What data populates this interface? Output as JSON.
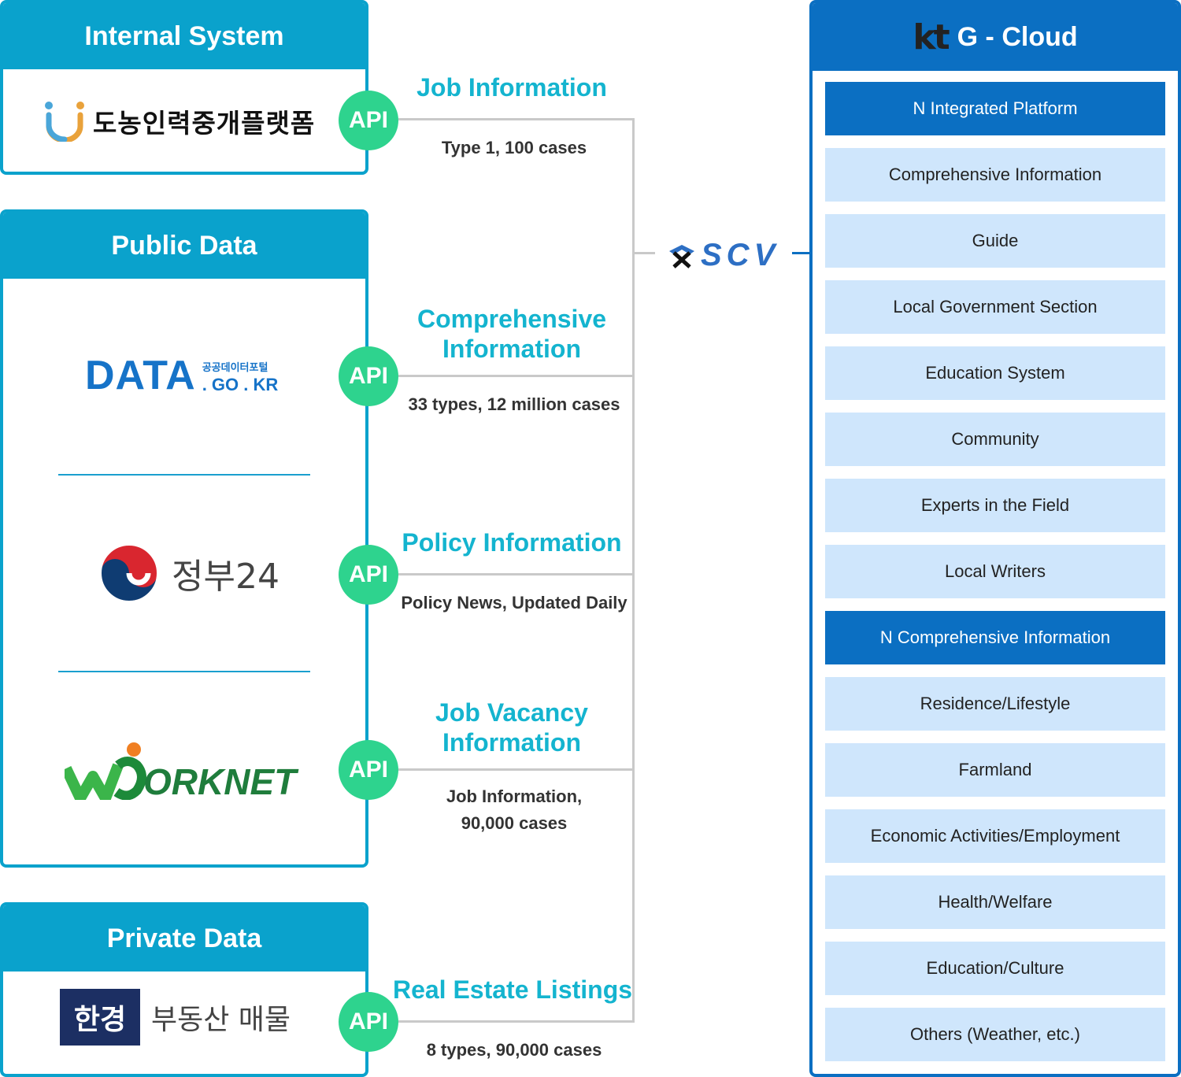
{
  "sources": {
    "internal": {
      "title": "Internal System",
      "logo_text": "도농인력중개플랫폼"
    },
    "public": {
      "title": "Public Data",
      "datagokr": {
        "main": "DATA",
        "kr_small": "공공데이터포털",
        "domain": ". GO . KR"
      },
      "gov24": {
        "text": "정부24"
      },
      "worknet": {
        "text": "ORKNET"
      }
    },
    "private": {
      "title": "Private Data",
      "hk_badge": "한경",
      "hk_text": "부동산 매물"
    }
  },
  "api_label": "API",
  "connections": [
    {
      "title": "Job Information",
      "detail": "Type 1, 100 cases"
    },
    {
      "title": "Comprehensive Information",
      "detail": "33 types, 12 million cases"
    },
    {
      "title": "Policy Information",
      "detail": "Policy News, Updated Daily"
    },
    {
      "title": "Job Vacancy Information",
      "detail": "Job Information, 90,000 cases"
    },
    {
      "title": "Real Estate Listings",
      "detail": "8 types, 90,000 cases"
    }
  ],
  "hub": {
    "name": "SCV"
  },
  "cloud": {
    "brand": "kt",
    "title": "G - Cloud",
    "items": [
      {
        "label": "N Integrated Platform",
        "highlight": true
      },
      {
        "label": "Comprehensive Information",
        "highlight": false
      },
      {
        "label": "Guide",
        "highlight": false
      },
      {
        "label": "Local Government Section",
        "highlight": false
      },
      {
        "label": "Education System",
        "highlight": false
      },
      {
        "label": "Community",
        "highlight": false
      },
      {
        "label": "Experts in the Field",
        "highlight": false
      },
      {
        "label": "Local Writers",
        "highlight": false
      },
      {
        "label": "N Comprehensive Information",
        "highlight": true
      },
      {
        "label": "Residence/Lifestyle",
        "highlight": false
      },
      {
        "label": "Farmland",
        "highlight": false
      },
      {
        "label": "Economic Activities/Employment",
        "highlight": false
      },
      {
        "label": "Health/Welfare",
        "highlight": false
      },
      {
        "label": "Education/Culture",
        "highlight": false
      },
      {
        "label": "Others (Weather, etc.)",
        "highlight": false
      }
    ]
  },
  "colors": {
    "panel": "#0aa2cc",
    "api": "#2ed38e",
    "cloud": "#0b6fc2",
    "cloud_item": "#cfe6fc",
    "conn_title": "#14b4cf"
  }
}
